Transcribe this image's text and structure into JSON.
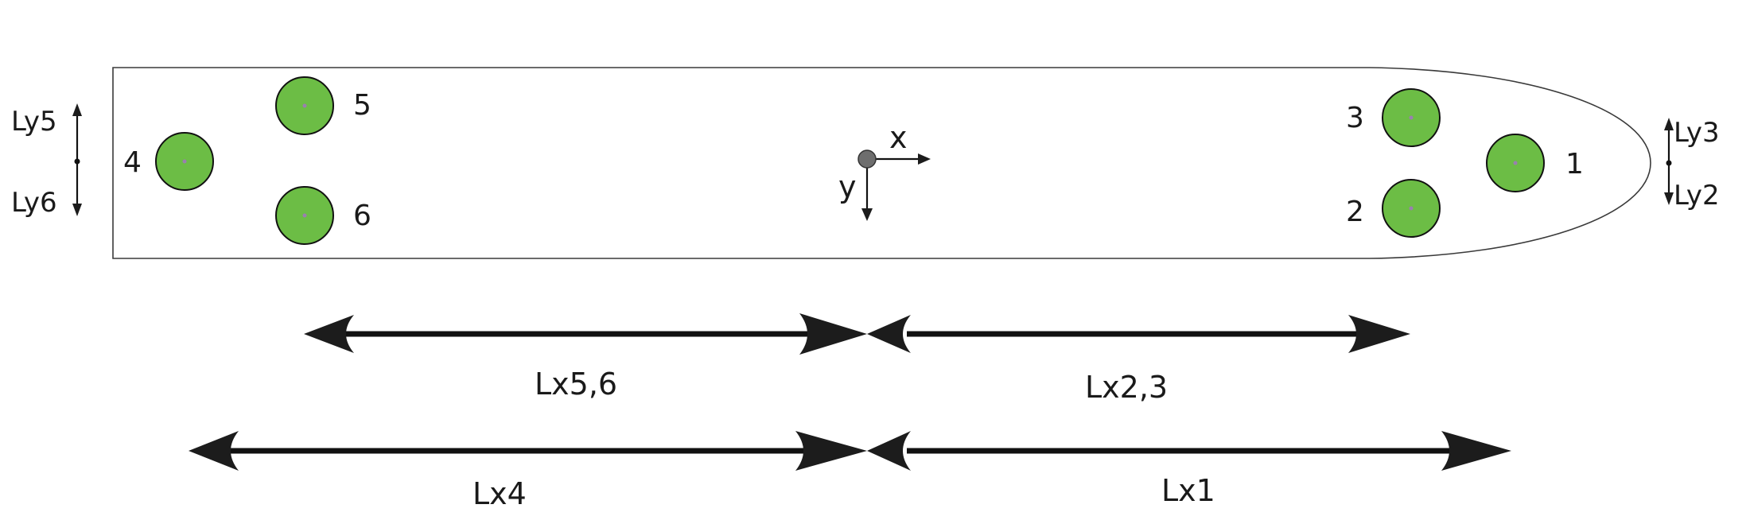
{
  "colors": {
    "thruster_fill": "#6cbd45",
    "thruster_stroke": "#111111",
    "hull_stroke": "#3a3a3a",
    "origin_fill": "#6e6e6e"
  },
  "thrusters": [
    {
      "id": "1",
      "label": "1"
    },
    {
      "id": "2",
      "label": "2"
    },
    {
      "id": "3",
      "label": "3"
    },
    {
      "id": "4",
      "label": "4"
    },
    {
      "id": "5",
      "label": "5"
    },
    {
      "id": "6",
      "label": "6"
    }
  ],
  "axes": {
    "x": "x",
    "y": "y"
  },
  "side_dimensions": {
    "left_top": "Ly5",
    "left_bottom": "Ly6",
    "right_top": "Ly3",
    "right_bottom": "Ly2"
  },
  "length_dimensions": {
    "upper_left": "Lx5,6",
    "upper_right": "Lx2,3",
    "lower_left": "Lx4",
    "lower_right": "Lx1"
  }
}
